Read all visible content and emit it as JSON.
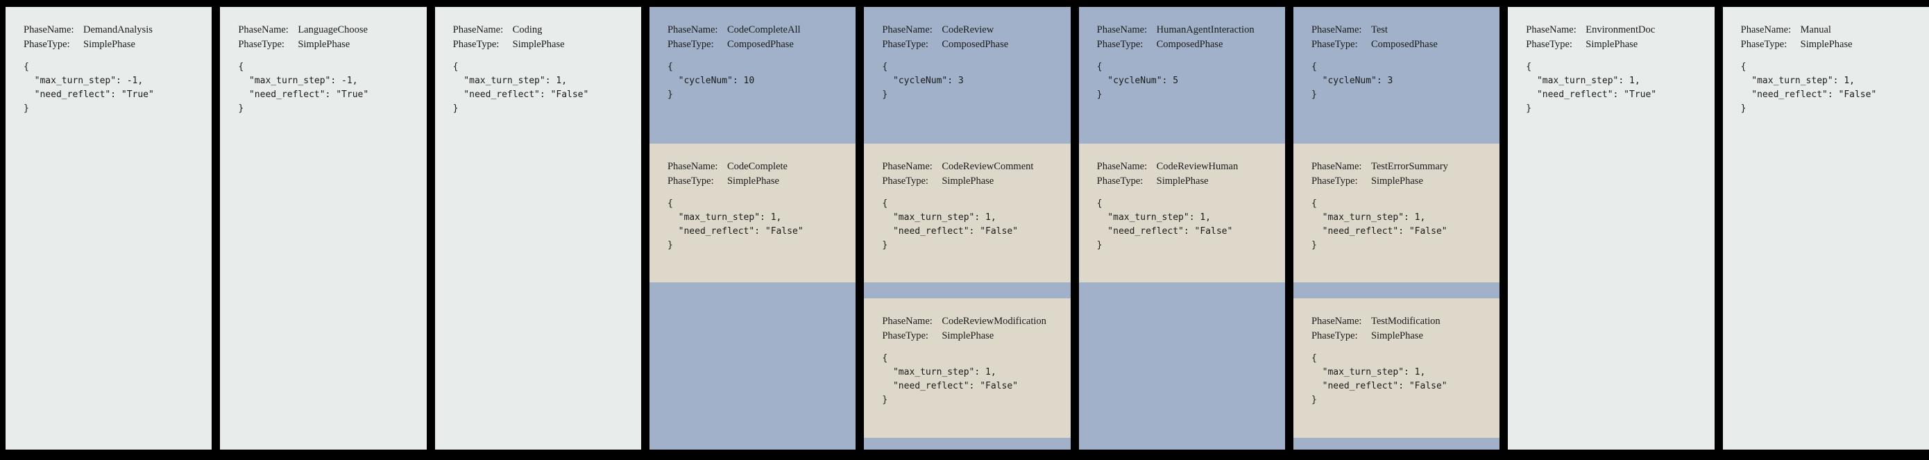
{
  "labels": {
    "phase_name": "PhaseName:",
    "phase_type": "PhaseType:"
  },
  "colors": {
    "background": "#000000",
    "simple_phase_bg": "#e8ecea",
    "composed_phase_bg": "#a1b1c9",
    "sub_phase_bg": "#ded8cb",
    "text": "#1a1a1a"
  },
  "phases": [
    {
      "name": "DemandAnalysis",
      "type": "SimplePhase",
      "config": "{\n  \"max_turn_step\": -1,\n  \"need_reflect\": \"True\"\n}"
    },
    {
      "name": "LanguageChoose",
      "type": "SimplePhase",
      "config": "{\n  \"max_turn_step\": -1,\n  \"need_reflect\": \"True\"\n}"
    },
    {
      "name": "Coding",
      "type": "SimplePhase",
      "config": "{\n  \"max_turn_step\": 1,\n  \"need_reflect\": \"False\"\n}"
    },
    {
      "name": "CodeCompleteAll",
      "type": "ComposedPhase",
      "config": "{\n  \"cycleNum\": 10\n}",
      "children": [
        {
          "name": "CodeComplete",
          "type": "SimplePhase",
          "config": "{\n  \"max_turn_step\": 1,\n  \"need_reflect\": \"False\"\n}"
        }
      ]
    },
    {
      "name": "CodeReview",
      "type": "ComposedPhase",
      "config": "{\n  \"cycleNum\": 3\n}",
      "children": [
        {
          "name": "CodeReviewComment",
          "type": "SimplePhase",
          "config": "{\n  \"max_turn_step\": 1,\n  \"need_reflect\": \"False\"\n}"
        },
        {
          "name": "CodeReviewModification",
          "type": "SimplePhase",
          "config": "{\n  \"max_turn_step\": 1,\n  \"need_reflect\": \"False\"\n}"
        }
      ]
    },
    {
      "name": "HumanAgentInteraction",
      "type": "ComposedPhase",
      "config": "{\n  \"cycleNum\": 5\n}",
      "children": [
        {
          "name": "CodeReviewHuman",
          "type": "SimplePhase",
          "config": "{\n  \"max_turn_step\": 1,\n  \"need_reflect\": \"False\"\n}"
        }
      ]
    },
    {
      "name": "Test",
      "type": "ComposedPhase",
      "config": "{\n  \"cycleNum\": 3\n}",
      "children": [
        {
          "name": "TestErrorSummary",
          "type": "SimplePhase",
          "config": "{\n  \"max_turn_step\": 1,\n  \"need_reflect\": \"False\"\n}"
        },
        {
          "name": "TestModification",
          "type": "SimplePhase",
          "config": "{\n  \"max_turn_step\": 1,\n  \"need_reflect\": \"False\"\n}"
        }
      ]
    },
    {
      "name": "EnvironmentDoc",
      "type": "SimplePhase",
      "config": "{\n  \"max_turn_step\": 1,\n  \"need_reflect\": \"True\"\n}"
    },
    {
      "name": "Manual",
      "type": "SimplePhase",
      "config": "{\n  \"max_turn_step\": 1,\n  \"need_reflect\": \"False\"\n}"
    }
  ]
}
